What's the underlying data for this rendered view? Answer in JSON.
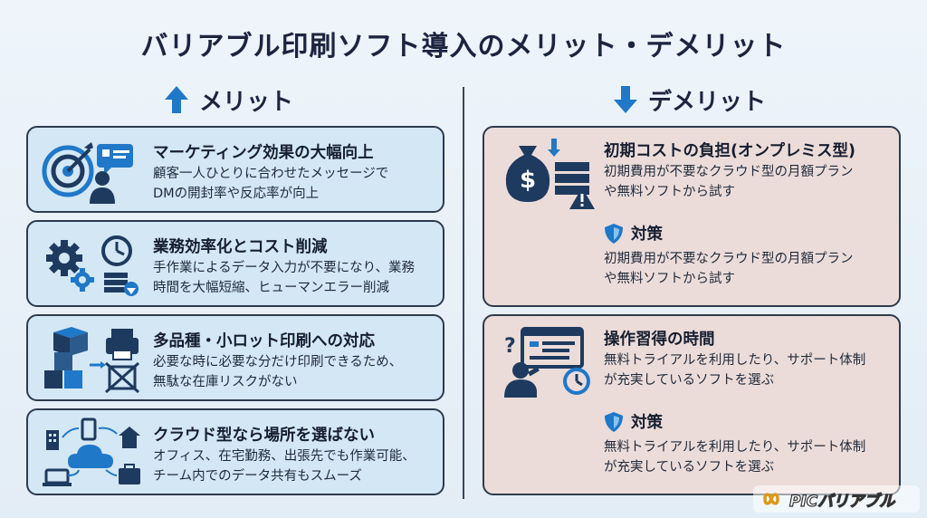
{
  "title": "バリアブル印刷ソフト導入のメリット・デメリット",
  "merit": {
    "heading": "メリット",
    "cards": [
      {
        "title": "マーケティング効果の大幅向上",
        "lines": [
          "顧客一人ひとりに合わせたメッセージで",
          "DMの開封率や反応率が向上"
        ]
      },
      {
        "title": "業務効率化とコスト削減",
        "lines": [
          "手作業によるデータ入力が不要になり、業務",
          "時間を大幅短縮、ヒューマンエラー削減"
        ]
      },
      {
        "title": "多品種・小ロット印刷への対応",
        "lines": [
          "必要な時に必要な分だけ印刷できるため、",
          "無駄な在庫リスクがない"
        ]
      },
      {
        "title": "クラウド型なら場所を選ばない",
        "lines": [
          "オフィス、在宅勤務、出張先でも作業可能、",
          "チーム内でのデータ共有もスムーズ"
        ]
      }
    ]
  },
  "demerit": {
    "heading": "デメリット",
    "cards": [
      {
        "title": "初期コストの負担(オンプレミス型)",
        "lines": [
          "初期費用が不要なクラウド型の月額プラン",
          "や無料ソフトから試す"
        ],
        "countermeasure": {
          "label": "対策",
          "lines": [
            "初期費用が不要なクラウド型の月額プラン",
            "や無料ソフトから試す"
          ]
        }
      },
      {
        "title": "操作習得の時間",
        "lines": [
          "無料トライアルを利用したり、サポート体制",
          "が充実しているソフトを選ぶ"
        ],
        "countermeasure": {
          "label": "対策",
          "lines": [
            "無料トライアルを利用したり、サポート体制",
            "が充実しているソフトを選ぶ"
          ]
        }
      }
    ]
  },
  "logo": {
    "text": "PICバリアブル"
  },
  "colors": {
    "navy": "#1e3a5f",
    "blue": "#1f78c8",
    "merit_bg": "#d3e7f4",
    "demerit_bg": "#ecdcd9"
  }
}
